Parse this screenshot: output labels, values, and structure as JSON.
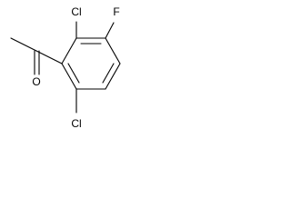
{
  "structure": {
    "atoms": {
      "ketone_oxygen": "O",
      "chlorine_top": "Cl",
      "fluorine": "F",
      "chlorine_bottom": "Cl"
    },
    "colors": {
      "bond": "#000000",
      "label": "#000000",
      "background": "#ffffff"
    }
  }
}
